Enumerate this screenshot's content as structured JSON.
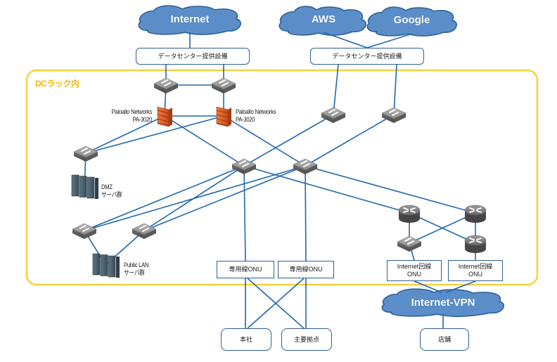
{
  "diagram": {
    "colors": {
      "line": "#1f68b0",
      "cloud_fill": "#5b8ec9",
      "cloud_stroke": "#2a5f95",
      "rack_border": "#f5d23c",
      "rack_title": "#f2b705",
      "box_border": "#2f5f94",
      "firewall": "#e2632a",
      "switch": "#7b7b7b"
    },
    "clouds": {
      "internet": "Internet",
      "aws": "AWS",
      "google": "Google",
      "internet_vpn": "Internet-VPN"
    },
    "dc_facility_left": "データセンター提供設備",
    "dc_facility_right": "データセンター提供設備",
    "rack": {
      "title": "DCラック内"
    },
    "firewalls": [
      {
        "name": "Paloalto Networks",
        "model": "PA-3020"
      },
      {
        "name": "Paloalto Networks",
        "model": "PA-3020"
      }
    ],
    "servers": {
      "dmz": {
        "line1": "DMZ",
        "line2": "サーバ群"
      },
      "public_lan": {
        "line1": "Public LAN",
        "line2": "サーバ群"
      }
    },
    "onu_boxes": {
      "dedicated_1": "専用線ONU",
      "dedicated_2": "専用線ONU",
      "internet_1": {
        "line1": "Internet回線",
        "line2": "ONU"
      },
      "internet_2": {
        "line1": "Internet回線",
        "line2": "ONU"
      }
    },
    "sites": {
      "headquarters": "本社",
      "main_base": "主要拠点",
      "store": "店舗"
    }
  }
}
